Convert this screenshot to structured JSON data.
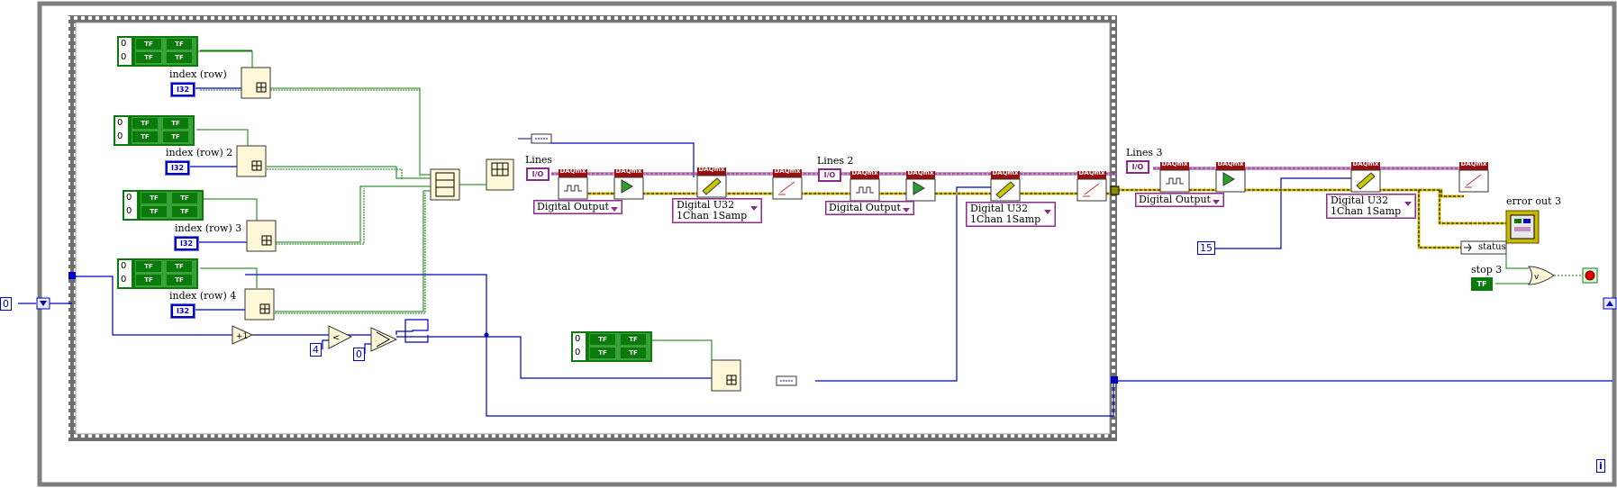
{
  "labels": {
    "index_row": "index (row)",
    "index_row_2": "index (row) 2",
    "index_row_3": "index (row) 3",
    "index_row_4": "index (row) 4",
    "lines": "Lines",
    "lines_2": "Lines 2",
    "lines_3": "Lines 3",
    "error_out_3": "error out 3",
    "stop_3": "stop 3",
    "status": "status"
  },
  "type_terminals": {
    "i32": "I32",
    "io": "I/O",
    "tf": "TF"
  },
  "constants": {
    "shift_init": "0",
    "compare_4": "4",
    "select_0": "0",
    "write_value": "15",
    "array_index": "0",
    "loop_iteration": "i"
  },
  "daqmx": {
    "brand": "DAQmx",
    "channel_type": "Digital Output",
    "write_type_line1": "Digital U32",
    "write_type_line2": "1Chan 1Samp",
    "write_type": "Digital U32\n1Chan 1Samp"
  },
  "colors": {
    "frame": "#7f7f7f",
    "i32_wire": "#0000c0",
    "bool_wire": "#0a7a0a",
    "task_wire": "#8a2b8a",
    "error_wire": "#c8b400",
    "bool_const": "#0a7a0a"
  }
}
